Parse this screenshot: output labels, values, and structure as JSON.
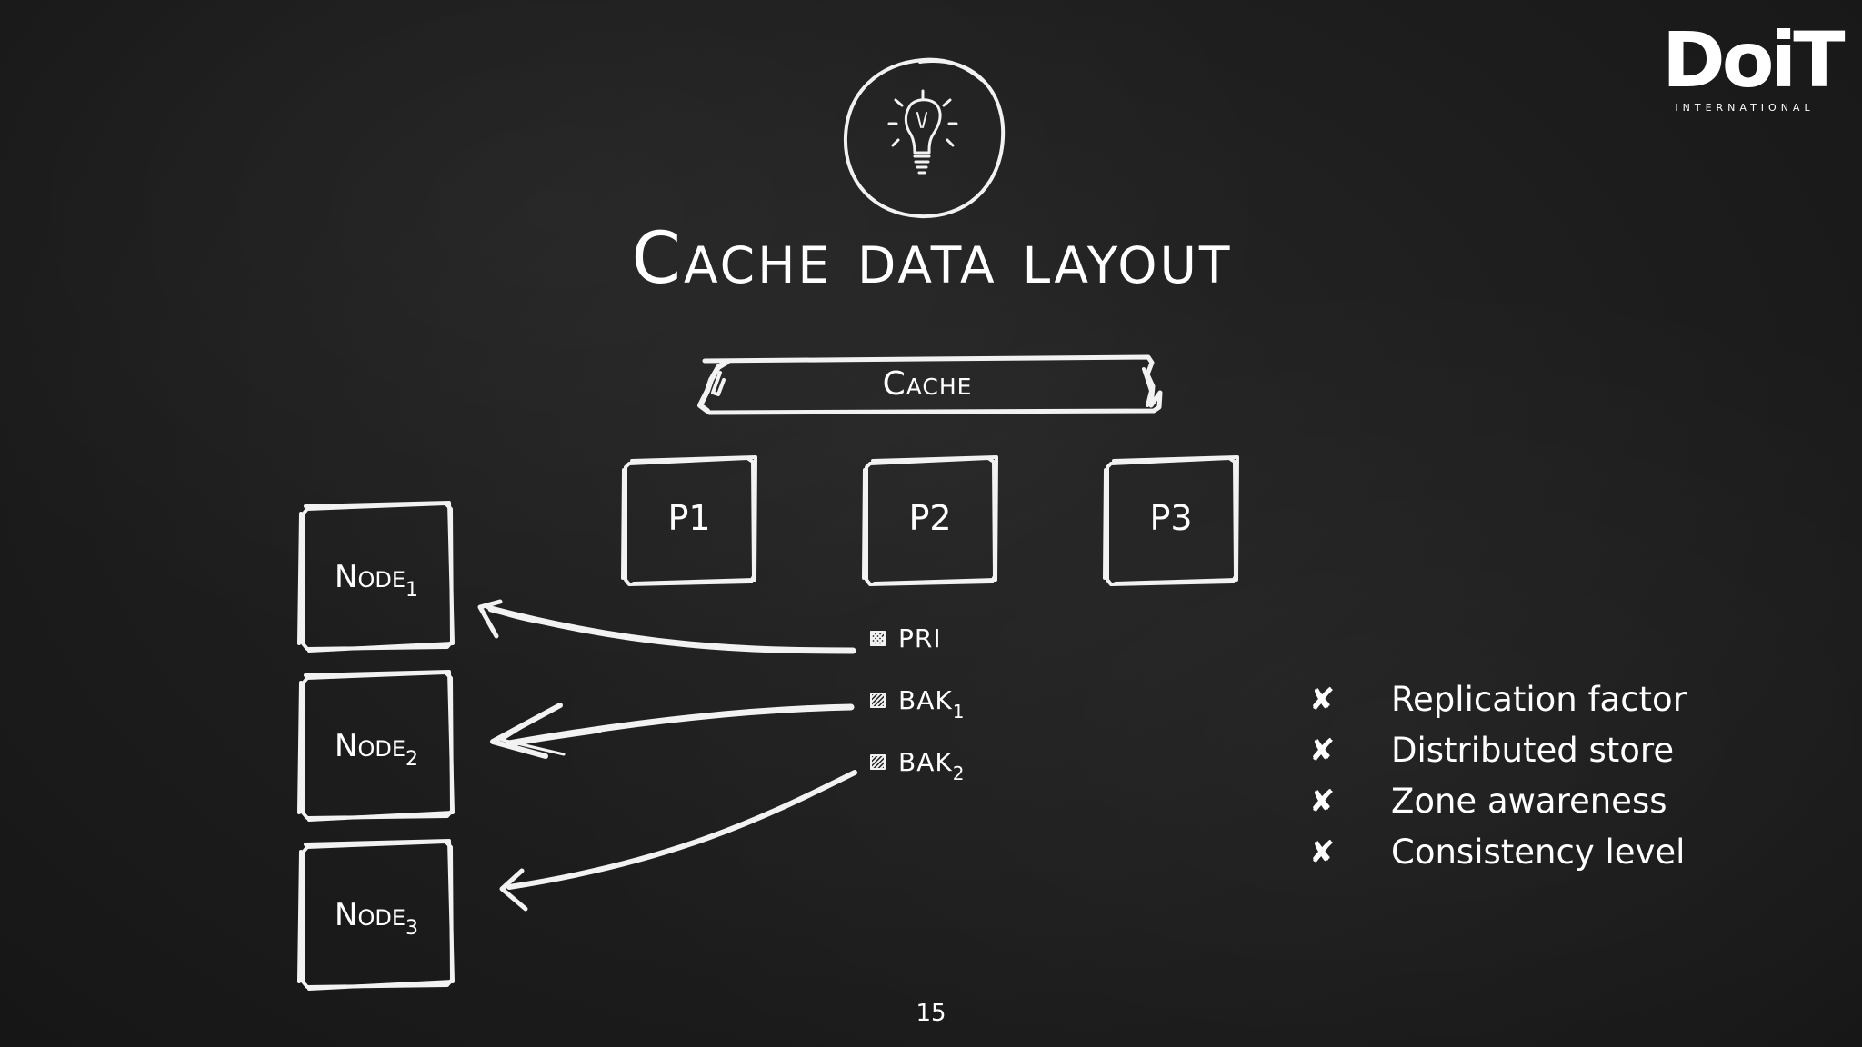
{
  "logo": {
    "main": "DoiT",
    "sub": "INTERNATIONAL"
  },
  "title": "Cache data layout",
  "cache": {
    "label": "Cache"
  },
  "partitions": [
    {
      "label": "P1"
    },
    {
      "label": "P2"
    },
    {
      "label": "P3"
    }
  ],
  "nodes": [
    {
      "label": "Node",
      "index": "1"
    },
    {
      "label": "Node",
      "index": "2"
    },
    {
      "label": "Node",
      "index": "3"
    }
  ],
  "partition_copies": [
    {
      "label": "PRI",
      "index": ""
    },
    {
      "label": "BAK",
      "index": "1"
    },
    {
      "label": "BAK",
      "index": "2"
    }
  ],
  "features": {
    "mark": "✘",
    "items": [
      {
        "label": "Replication factor"
      },
      {
        "label": "Distributed store"
      },
      {
        "label": "Zone awareness"
      },
      {
        "label": "Consistency level"
      }
    ]
  },
  "page_number": "15",
  "colors": {
    "background": "#1c1c1c",
    "chalk": "#f4f4f4"
  },
  "icons": {
    "header": "lightbulb-icon",
    "list_bullet": "cross-mark-icon"
  }
}
